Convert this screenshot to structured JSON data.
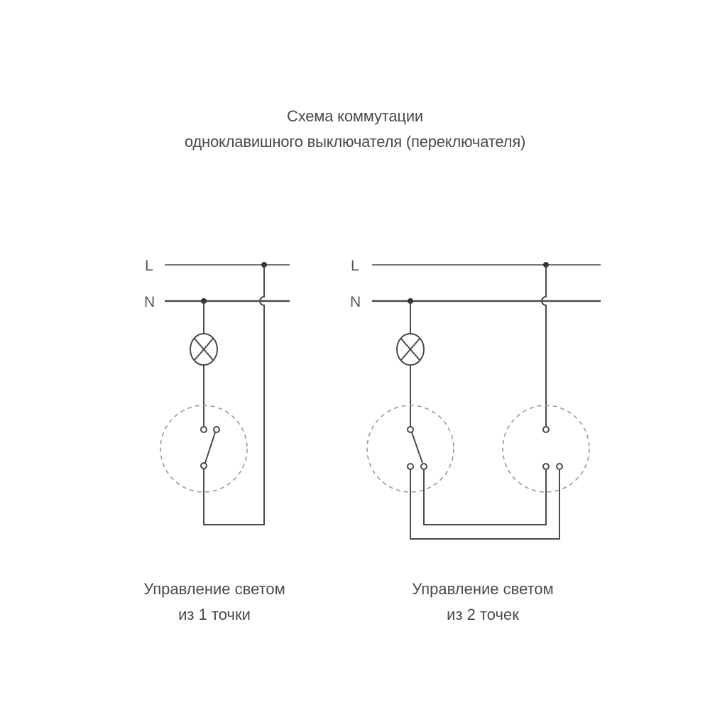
{
  "title": {
    "line1": "Схема коммутации",
    "line2": "одноклавишного выключателя (переключателя)"
  },
  "bus_labels": {
    "live": "L",
    "neutral": "N"
  },
  "captions": {
    "left_line1": "Управление светом",
    "left_line2": "из 1 точки",
    "right_line1": "Управление светом",
    "right_line2": "из 2 точек"
  },
  "colors": {
    "wire": "#4a4a4a",
    "dashed": "#9a9a9a",
    "text": "#4a4a4a"
  }
}
